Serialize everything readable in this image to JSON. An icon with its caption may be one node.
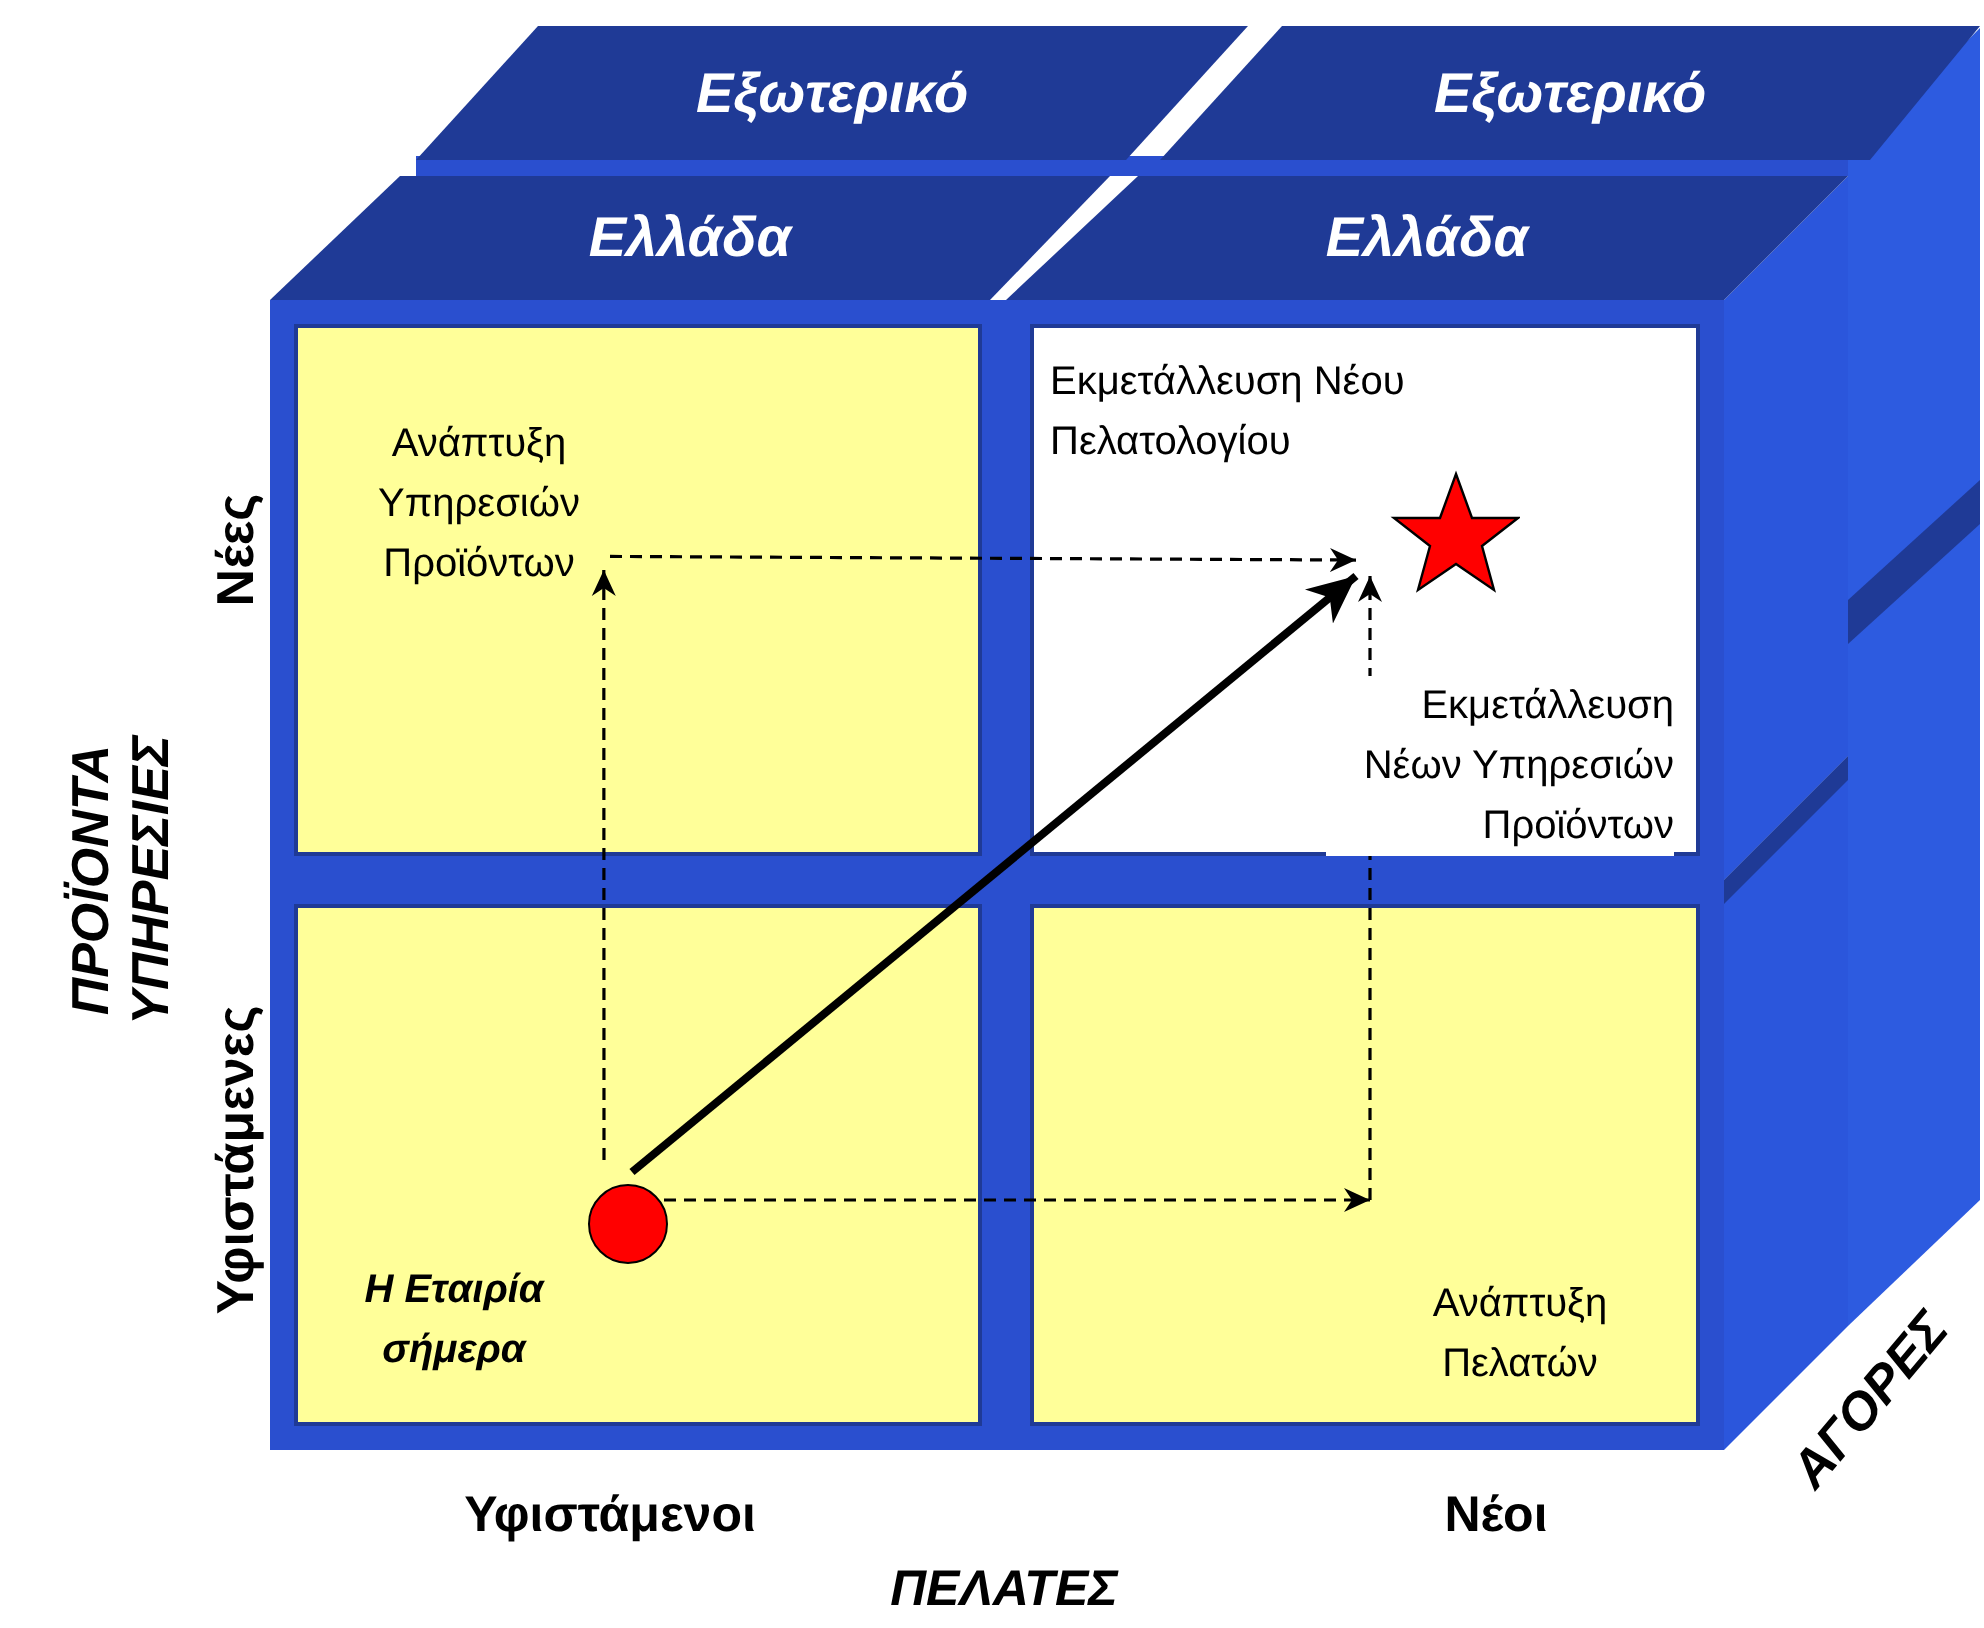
{
  "diagram": {
    "nodes": [
      {
        "text": [
          "Εξωτερικό"
        ]
      },
      {
        "text": [
          "Εξωτερικό"
        ]
      },
      {
        "text": [
          "Ελλάδα"
        ]
      },
      {
        "text": [
          "Ελλάδα"
        ]
      },
      {
        "text": [],
        "shape": "box"
      },
      {
        "text": [
          "Εκμετάλλευση Νέου Πελατολογίου"
        ]
      },
      {
        "text": [],
        "shape": "box"
      },
      {
        "text": [],
        "shape": "box"
      },
      {
        "text": [
          "Ανάπτυξη Υπηρεσιών Προϊόντων"
        ],
        "in": 4
      },
      {
        "text": [],
        "shape": "star",
        "in": 5
      },
      {
        "text": [],
        "shape": "circle",
        "in": 6,
        "beside": [
          "Η Εταιρία σήμερα"
        ]
      },
      {
        "text": [
          "Ανάπτυξη Πελατών"
        ],
        "in": 7
      }
    ],
    "edges": [
      {
        "from": 10,
        "to": 8,
        "arrow": "to",
        "style": "dashed"
      },
      {
        "from": 8,
        "to": 9,
        "arrow": "to",
        "style": "dashed"
      },
      {
        "from": 10,
        "to": 11,
        "arrow": "to",
        "style": "dashed"
      },
      {
        "from": 11,
        "to": 9,
        "arrow": "to",
        "style": "dashed",
        "label": "Εκμετάλλευση Νέων Υπηρεσιών Προϊόντων"
      },
      {
        "from": 10,
        "to": 9,
        "arrow": "to",
        "style": "thick"
      }
    ],
    "labels": [
      "Νέες",
      "ΠΡΟΪΟΝΤΑ ΥΠΗΡΕΣΙΕΣ",
      "Υφιστάμενες",
      "ΑΓΟΡΕΣ",
      "Υφιστάμενοι",
      "Νέοι",
      "ΠΕΛΑΤΕΣ"
    ]
  }
}
